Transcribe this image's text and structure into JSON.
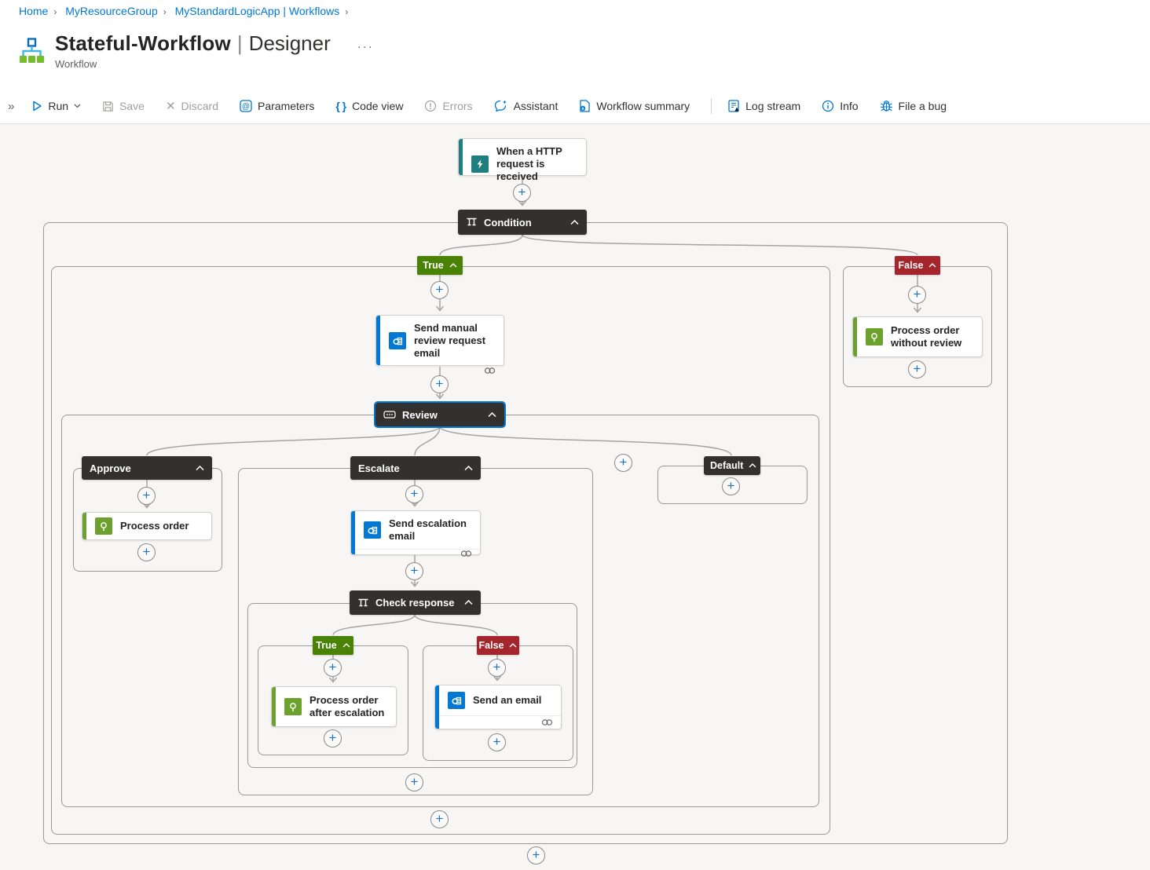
{
  "breadcrumb": {
    "items": [
      {
        "label": "Home"
      },
      {
        "label": "MyResourceGroup"
      },
      {
        "label": "MyStandardLogicApp | Workflows"
      }
    ]
  },
  "header": {
    "title": "Stateful-Workflow",
    "separator": "|",
    "mode": "Designer",
    "more": "···",
    "subtitle": "Workflow"
  },
  "toolbar": {
    "run": "Run",
    "save": "Save",
    "discard": "Discard",
    "parameters": "Parameters",
    "code_view": "Code view",
    "errors": "Errors",
    "assistant": "Assistant",
    "workflow_summary": "Workflow summary",
    "log_stream": "Log stream",
    "info": "Info",
    "file_a_bug": "File a bug"
  },
  "workflow": {
    "trigger_label": "When a HTTP request is received",
    "condition_label": "Condition",
    "true_label": "True",
    "false_label": "False",
    "send_manual_review_label": "Send manual review request email",
    "review_label": "Review",
    "approve_label": "Approve",
    "escalate_label": "Escalate",
    "default_label": "Default",
    "process_order_label": "Process order",
    "send_escalation_label": "Send escalation email",
    "check_response_label": "Check response",
    "cr_true_label": "True",
    "cr_false_label": "False",
    "process_after_label": "Process order after escalation",
    "send_an_email_label": "Send an email",
    "process_without_label": "Process order without review"
  },
  "colors": {
    "accent": "#0078d4",
    "true_badge": "#498205",
    "false_badge": "#a4262c",
    "scope_header": "#323130",
    "trigger_accent": "#217e7e",
    "outlook_accent": "#0078d4",
    "function_accent": "#6ba12c",
    "canvas_background": "#f7f6f4"
  }
}
